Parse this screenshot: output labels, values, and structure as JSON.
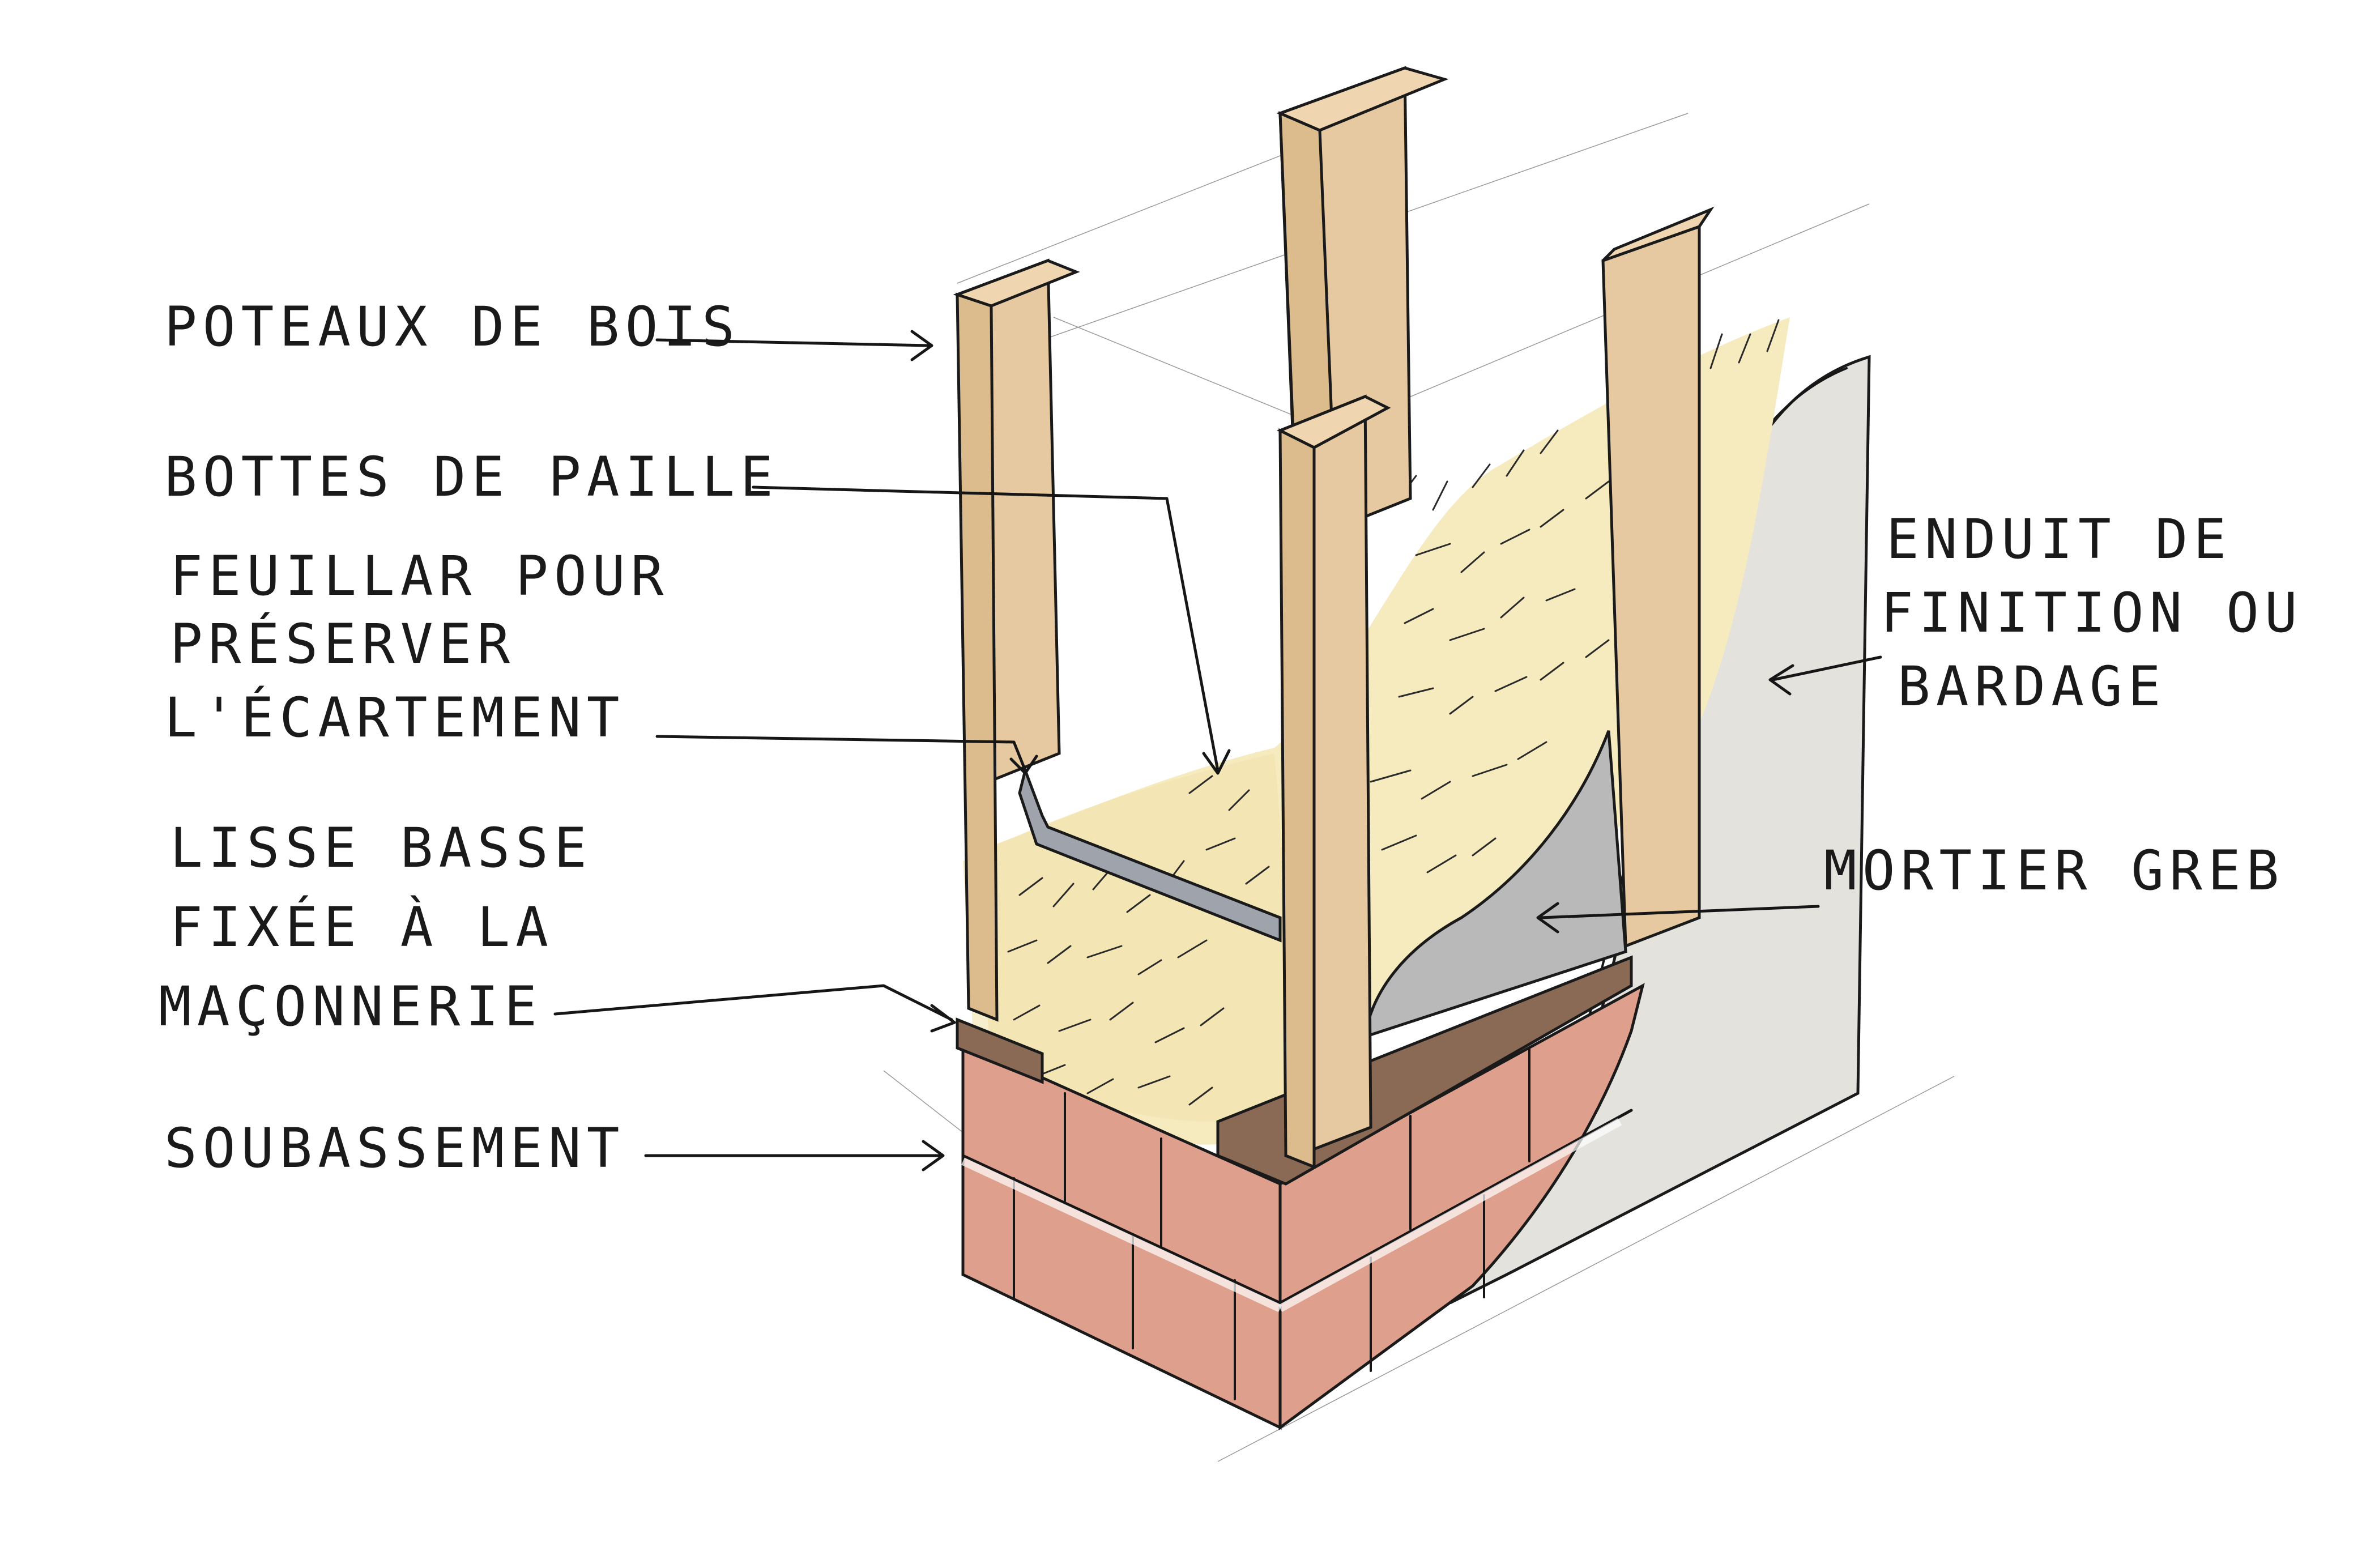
{
  "labels": {
    "poteaux": "POTEAUX DE BOIS",
    "bottes": "BOTTES DE PAILLE",
    "feuillard_1": "FEUILLAR POUR",
    "feuillard_2": "PRÉSERVER",
    "feuillard_3": "L'ÉCARTEMENT",
    "lisse_1": "LISSE BASSE",
    "lisse_2": "FIXÉE À LA",
    "lisse_3": "MAÇONNERIE",
    "soubassement": "SOUBASSEMENT",
    "enduit_1": "ENDUIT DE",
    "enduit_2": "FINITION OU",
    "enduit_3": "BARDAGE",
    "mortier": "MORTIER GREB"
  },
  "colors": {
    "wood": "#e6c9a0",
    "straw": "#f6ebbf",
    "brick": "#de9f8c",
    "mortar": "#b9b9b9",
    "render": "#e4e2dd",
    "sill": "#8a6a55"
  }
}
